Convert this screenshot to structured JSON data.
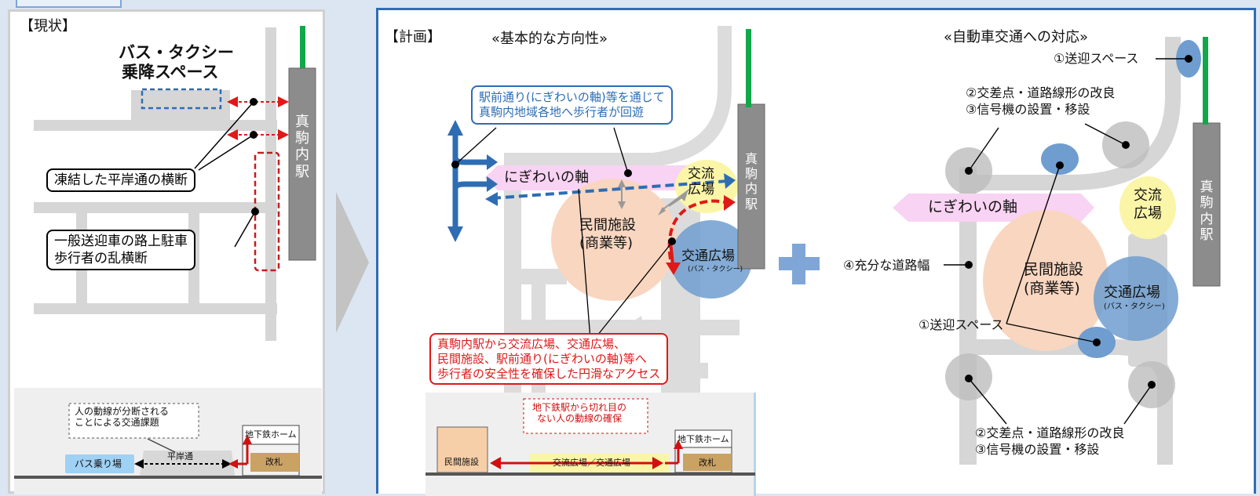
{
  "left": {
    "title": "【現状】",
    "bus_space": [
      "バス・タクシー",
      "乗降スペース"
    ],
    "station": [
      "真",
      "駒",
      "内",
      "駅"
    ],
    "callout1": "凍結した平岸通の横断",
    "callout2": [
      "一般送迎車の路上駐車",
      "歩行者の乱横断"
    ],
    "section": {
      "note": [
        "人の動線が分断される",
        "ことによる交通課題"
      ],
      "road": "平岸通",
      "bus": "バス乗り場",
      "platform": "地下鉄ホーム",
      "gate": "改札"
    }
  },
  "mid": {
    "title": "【計画】",
    "subtitle": "«基本的な方向性»",
    "blue_callout": [
      "駅前通り(にぎわいの軸)等を通じて",
      "真駒内地域各地へ歩行者が回遊"
    ],
    "axis": "にぎわいの軸",
    "plaza": [
      "交流",
      "広場"
    ],
    "facility": [
      "民間施設",
      "(商業等)"
    ],
    "transport": "交通広場",
    "transport_sub": "(バス・タクシー)",
    "station": [
      "真",
      "駒",
      "内",
      "駅"
    ],
    "red_callout": [
      "真駒内駅から交流広場、交通広場、",
      "民間施設、駅前通り(にぎわいの軸)等へ",
      "歩行者の安全性を確保した円滑なアクセス"
    ],
    "section": {
      "note": [
        "地下鉄駅から切れ目の",
        "ない人の動線の確保"
      ],
      "facility": "民間施設",
      "plaza": "交流広場／交通広場",
      "platform": "地下鉄ホーム",
      "gate": "改札"
    }
  },
  "right": {
    "subtitle": "«自動車交通への対応»",
    "pickup_top": "①送迎スペース",
    "intersect_top": [
      "②交差点・道路線形の改良",
      "③信号機の設置・移設"
    ],
    "axis": "にぎわいの軸",
    "plaza": [
      "交流",
      "広場"
    ],
    "road_width": "④充分な道路幅",
    "facility": [
      "民間施設",
      "(商業等)"
    ],
    "transport": "交通広場",
    "transport_sub": "(バス・タクシー)",
    "pickup_bottom": "①送迎スペース",
    "intersect_bottom": [
      "②交差点・道路線形の改良",
      "③信号機の設置・移設"
    ],
    "station": [
      "真",
      "駒",
      "内",
      "駅"
    ]
  },
  "colors": {
    "accent_blue": "#2e6db4",
    "arrow_red": "#e01818",
    "pink": "#f9d3f3",
    "peach": "#f9d6c0",
    "yellow": "#fbf5a8",
    "blue_ellipse": "#6f9dcf",
    "road": "#d4d4d4",
    "station": "#8c8c8c",
    "rail": "#11a84a"
  }
}
